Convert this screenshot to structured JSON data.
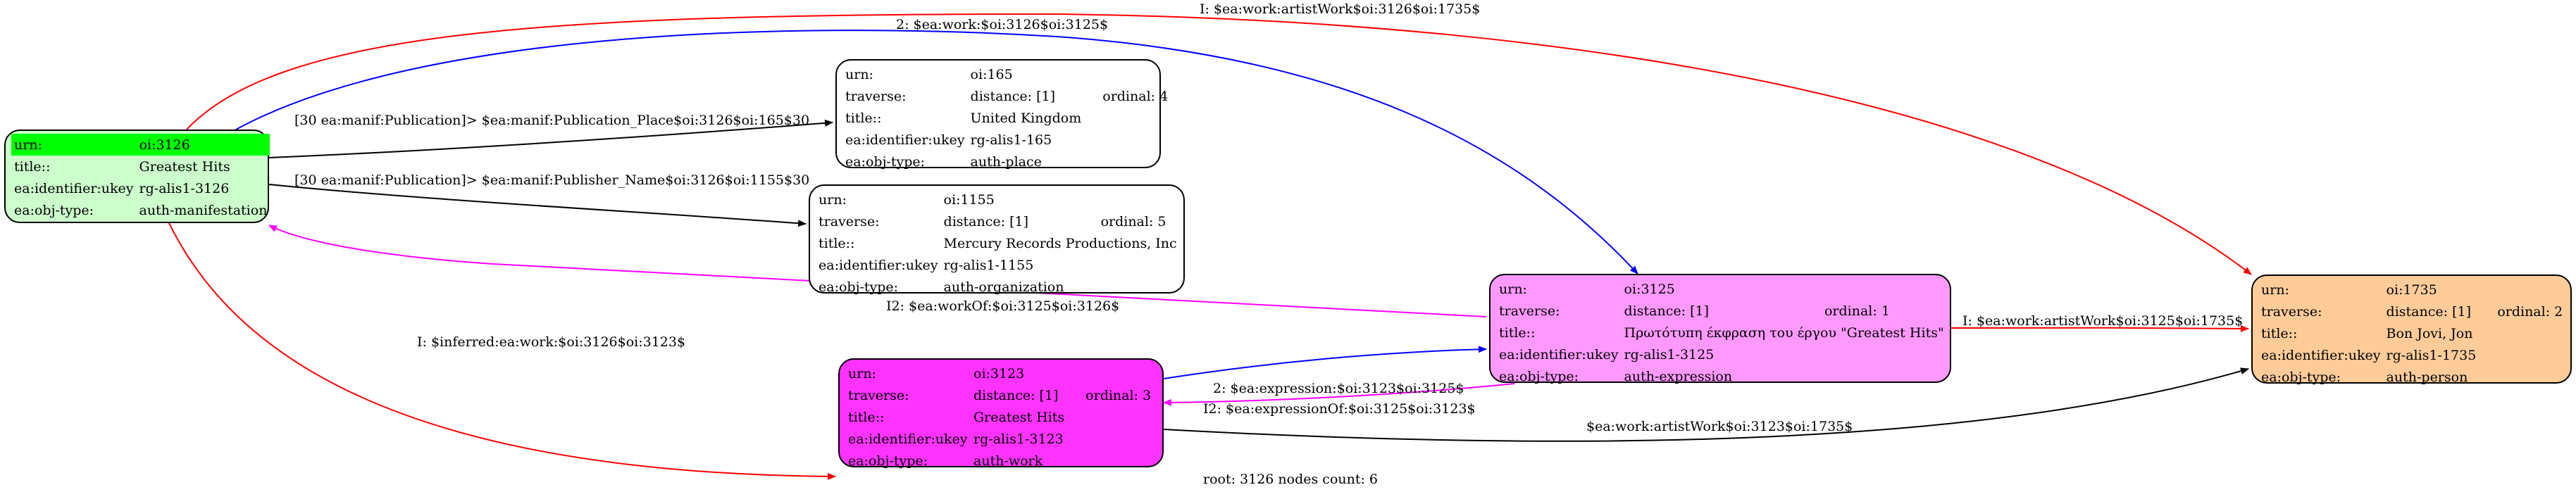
{
  "nodes": {
    "n3126": {
      "fill": "#ccffcc",
      "rows": [
        {
          "k": "urn:",
          "v": "oi:3126"
        },
        {
          "k": "title::",
          "v": "Greatest Hits"
        },
        {
          "k": "ea:identifier:ukey",
          "v": "rg-alis1-3126"
        },
        {
          "k": "ea:obj-type:",
          "v": "auth-manifestation"
        }
      ]
    },
    "n165": {
      "fill": "#ffffff",
      "rows": [
        {
          "k": "urn:",
          "v": "oi:165"
        },
        {
          "k": "traverse:",
          "v": "distance: [1]",
          "o": "ordinal: 4"
        },
        {
          "k": "title::",
          "v": "United Kingdom"
        },
        {
          "k": "ea:identifier:ukey",
          "v": "rg-alis1-165"
        },
        {
          "k": "ea:obj-type:",
          "v": "auth-place"
        }
      ]
    },
    "n1155": {
      "fill": "#ffffff",
      "rows": [
        {
          "k": "urn:",
          "v": "oi:1155"
        },
        {
          "k": "traverse:",
          "v": "distance: [1]",
          "o": "ordinal: 5"
        },
        {
          "k": "title::",
          "v": "Mercury Records Productions, Inc"
        },
        {
          "k": "ea:identifier:ukey",
          "v": "rg-alis1-1155"
        },
        {
          "k": "ea:obj-type:",
          "v": "auth-organization"
        }
      ]
    },
    "n3125": {
      "fill": "#ff99ff",
      "rows": [
        {
          "k": "urn:",
          "v": "oi:3125"
        },
        {
          "k": "traverse:",
          "v": "distance: [1]",
          "o": "ordinal: 1"
        },
        {
          "k": "title::",
          "v": "Πρωτότυπη έκφραση του έργου \"Greatest Hits\""
        },
        {
          "k": "ea:identifier:ukey",
          "v": "rg-alis1-3125"
        },
        {
          "k": "ea:obj-type:",
          "v": "auth-expression"
        }
      ]
    },
    "n3123": {
      "fill": "#ff33ff",
      "rows": [
        {
          "k": "urn:",
          "v": "oi:3123"
        },
        {
          "k": "traverse:",
          "v": "distance: [1]",
          "o": "ordinal: 3"
        },
        {
          "k": "title::",
          "v": "Greatest Hits"
        },
        {
          "k": "ea:identifier:ukey",
          "v": "rg-alis1-3123"
        },
        {
          "k": "ea:obj-type:",
          "v": "auth-work"
        }
      ]
    },
    "n1735": {
      "fill": "#ffcc99",
      "rows": [
        {
          "k": "urn:",
          "v": "oi:1735"
        },
        {
          "k": "traverse:",
          "v": "distance: [1]",
          "o": "ordinal: 2"
        },
        {
          "k": "title::",
          "v": "Bon Jovi, Jon"
        },
        {
          "k": "ea:identifier:ukey",
          "v": "rg-alis1-1735"
        },
        {
          "k": "ea:obj-type:",
          "v": "auth-person"
        }
      ]
    }
  },
  "edges": {
    "e_place": {
      "label": "[30 ea:manif:Publication]> $ea:manif:Publication_Place$oi:3126$oi:165$30",
      "color": "#000000"
    },
    "e_publisher": {
      "label": "[30 ea:manif:Publication]> $ea:manif:Publisher_Name$oi:3126$oi:1155$30",
      "color": "#000000"
    },
    "e_work_3125": {
      "label": "2: $ea:work:$oi:3126$oi:3125$",
      "color": "#0000ff"
    },
    "e_artist_3126": {
      "label": "I: $ea:work:artistWork$oi:3126$oi:1735$",
      "color": "#ff0000"
    },
    "e_workof": {
      "label": "I2: $ea:workOf:$oi:3125$oi:3126$",
      "color": "#ff00ff"
    },
    "e_inferred": {
      "label": "I: $inferred:ea:work:$oi:3126$oi:3123$",
      "color": "#ff0000"
    },
    "e_expression": {
      "label": "2: $ea:expression:$oi:3123$oi:3125$",
      "color": "#0000ff"
    },
    "e_expressionof": {
      "label": "I2: $ea:expressionOf:$oi:3125$oi:3123$",
      "color": "#ff00ff"
    },
    "e_artist_3125": {
      "label": "I: $ea:work:artistWork$oi:3125$oi:1735$",
      "color": "#ff0000"
    },
    "e_artist_3123": {
      "label": "$ea:work:artistWork$oi:3123$oi:1735$",
      "color": "#000000"
    }
  },
  "footer": "root: 3126 nodes count: 6"
}
